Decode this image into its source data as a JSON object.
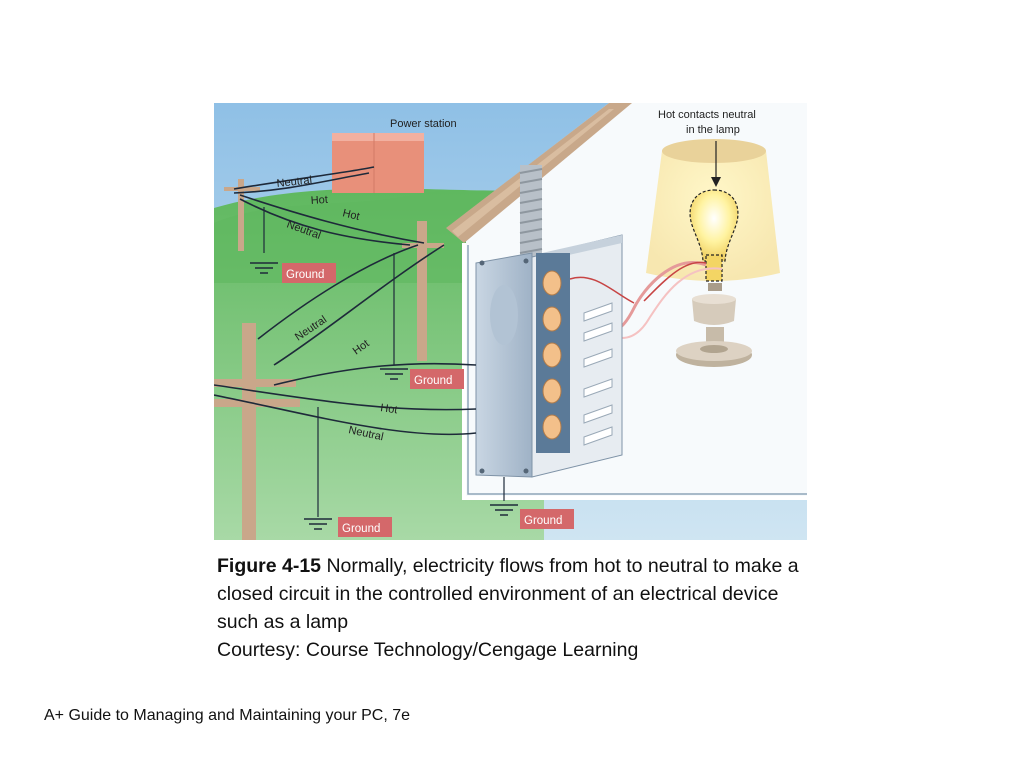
{
  "diagram": {
    "labels": {
      "power_station": "Power station",
      "hot_contacts_line1": "Hot contacts neutral",
      "hot_contacts_line2": "in the lamp",
      "wire_neutral_top": "Neutral",
      "wire_hot_top1": "Hot",
      "wire_hot_top2": "Hot",
      "wire_neutral_top2": "Neutral",
      "wire_neutral_mid": "Neutral",
      "wire_hot_mid": "Hot",
      "wire_hot_low": "Hot",
      "wire_neutral_low": "Neutral",
      "ground_1": "Ground",
      "ground_2": "Ground",
      "ground_3": "Ground",
      "ground_4": "Ground"
    },
    "colors": {
      "sky": "#a9cfe8",
      "grass": "#6bbf6b",
      "ground_badge": "#d4686a",
      "power_station": "#e8907a",
      "hot_wire": "#d04848"
    }
  },
  "caption": {
    "figure_number": "Figure 4-15",
    "text": " Normally, electricity flows from hot to neutral to make a closed circuit in the controlled environment of an electrical device such as a lamp",
    "credit": "Courtesy: Course Technology/Cengage Learning"
  },
  "footer": {
    "text": "A+ Guide to Managing and Maintaining your PC, 7e"
  }
}
